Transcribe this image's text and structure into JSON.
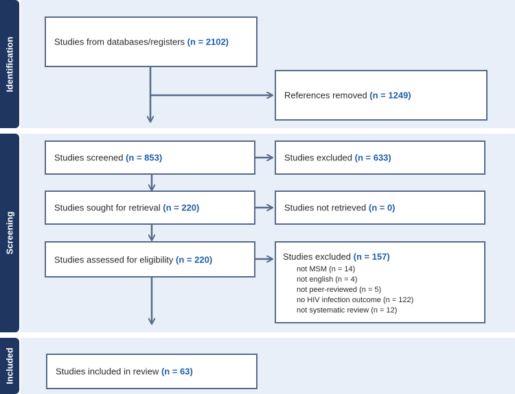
{
  "stages": {
    "identification": "Identification",
    "screening": "Screening",
    "included": "Included"
  },
  "boxes": {
    "databases": {
      "label": "Studies from databases/registers",
      "n": "(n = 2102)"
    },
    "removed": {
      "label": "References removed",
      "n": "(n = 1249)"
    },
    "screened": {
      "label": "Studies screened",
      "n": "(n = 853)"
    },
    "excluded_screen": {
      "label": "Studies excluded",
      "n": "(n = 633)"
    },
    "sought": {
      "label": "Studies sought for retrieval",
      "n": "(n = 220)"
    },
    "not_retrieved": {
      "label": "Studies not retrieved",
      "n": "(n = 0)"
    },
    "assessed": {
      "label": "Studies assessed for eligibility",
      "n": "(n = 220)"
    },
    "excluded_elig": {
      "label": "Studies excluded",
      "n": "(n = 157)",
      "reasons": [
        "not MSM (n = 14)",
        "not english (n = 4)",
        "not peer-reviewed (n = 5)",
        "no HIV infection outcome (n = 122)",
        "not systematic review (n = 12)"
      ]
    },
    "included": {
      "label": "Studies included in review",
      "n": "(n = 63)"
    }
  },
  "colors": {
    "stage_label": "#1f3660",
    "stage_bg": "#e9eff8",
    "box_border": "#566a87",
    "count_text": "#1f5ea8",
    "arrow": "#566a87"
  }
}
